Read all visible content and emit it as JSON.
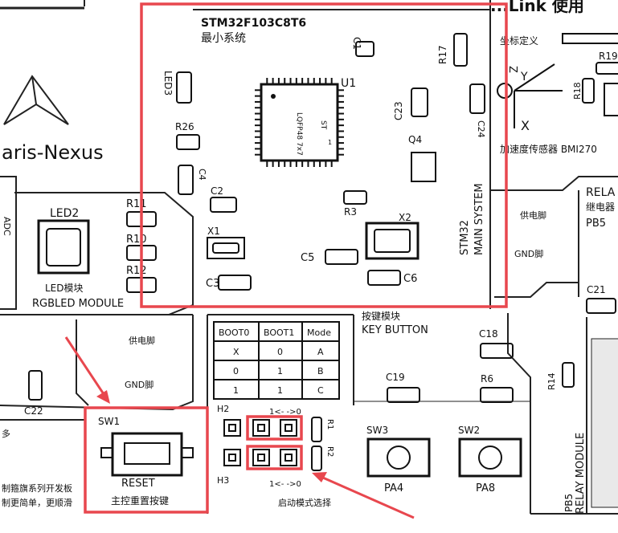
{
  "colors": {
    "background": "#ffffff",
    "ink": "#1a1a1a",
    "highlight": "#e8474e",
    "panel": "#d9d9d9"
  },
  "brand": {
    "title_partial": "...Link 使用",
    "logo_text": "aris-Nexus"
  },
  "mcu": {
    "part": "STM32F103C8T6",
    "subtitle": "最小系统",
    "chip_ref": "U1",
    "chip_marks": [
      "LQFP48 7x7",
      "ST",
      "1"
    ],
    "side_title": [
      "STM32",
      "MAIN SYSTEM"
    ],
    "refs": {
      "c1": "C1",
      "r17": "R17",
      "led3": "LED3",
      "c23": "C23",
      "c24": "C24",
      "r26": "R26",
      "q4": "Q4",
      "c4": "C4",
      "c2": "C2",
      "r3": "R3",
      "x2": "X2",
      "x1": "X1",
      "c5": "C5",
      "c3": "C3",
      "c6": "C6"
    }
  },
  "imu": {
    "axis_title": "坐标定义",
    "label_y": "Y",
    "label_x": "X",
    "label_z": "Z",
    "r19": "R19",
    "r18": "R18",
    "sensor_label": "加速度传感器 BMI270"
  },
  "relay": {
    "title": "RELA",
    "subtitle": "继电器",
    "pin": "PB5",
    "c21": "C21",
    "r14": "R14",
    "vertical": "RELAY MODULE",
    "pin_vertical": "PB5"
  },
  "pads": {
    "power": "供电脚",
    "gnd": "GND脚"
  },
  "led": {
    "ref": "LED2",
    "label_cn": "LED模块",
    "label_en": "RGBLED MODULE",
    "r11": "R11",
    "r10": "R10",
    "r12": "R12"
  },
  "left": {
    "adc": "ADC",
    "c22": "C22",
    "text_1": "多",
    "text_2": "制箍旗系列开发板",
    "text_3": "制更简单，更顺滑",
    "power": "供电脚",
    "gnd": "GND脚"
  },
  "reset": {
    "ref": "SW1",
    "label": "RESET",
    "label_cn": "主控重置按键"
  },
  "boot_table": {
    "headers": [
      "BOOT0",
      "BOOT1",
      "Mode"
    ],
    "rows": [
      [
        "X",
        "0",
        "A"
      ],
      [
        "0",
        "1",
        "B"
      ],
      [
        "1",
        "1",
        "C"
      ]
    ]
  },
  "boot_jumpers": {
    "h2": "H2",
    "h3": "H3",
    "arrow_top": "1<- ->0",
    "arrow_bottom": "1<- ->0",
    "r1": "R1",
    "r2": "R2",
    "caption": "启动模式选择"
  },
  "keys": {
    "title_cn": "按键模块",
    "title_en": "KEY BUTTON",
    "c18": "C18",
    "c19": "C19",
    "r6": "R6",
    "sw3": "SW3",
    "sw2": "SW2",
    "pin_sw3": "PA4",
    "pin_sw2": "PA8"
  }
}
